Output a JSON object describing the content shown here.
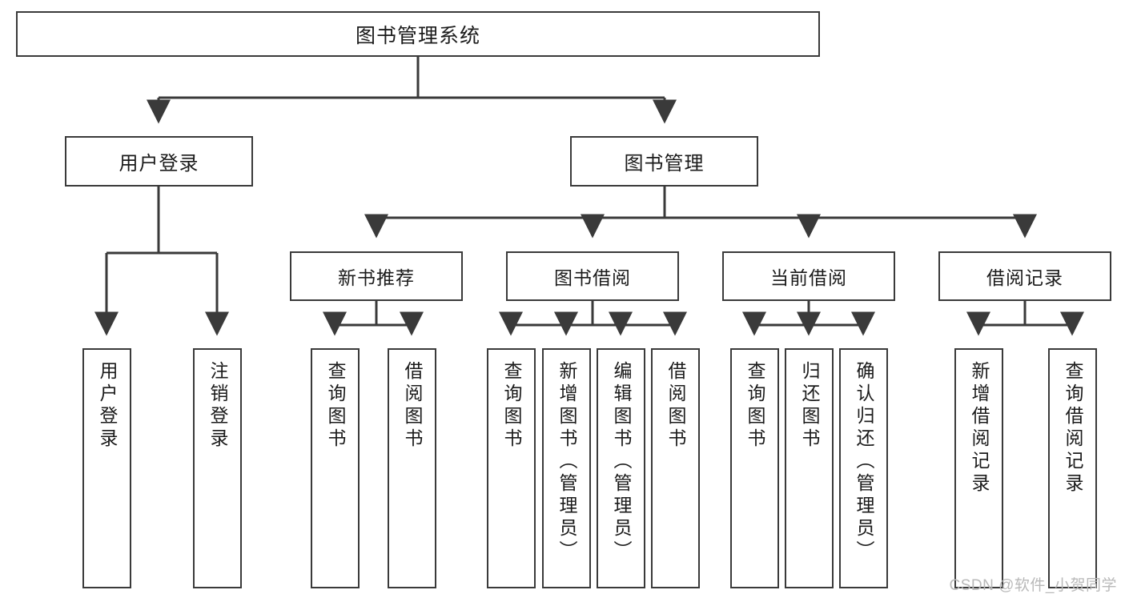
{
  "diagram": {
    "title": "图书管理系统",
    "type": "tree-hierarchy-chart",
    "root": {
      "id": "root",
      "label": "图书管理系统"
    },
    "level2": [
      {
        "id": "user-login",
        "label": "用户登录"
      },
      {
        "id": "book-management",
        "label": "图书管理"
      }
    ],
    "level3": [
      {
        "id": "new-book-recommend",
        "label": "新书推荐",
        "parent": "book-management"
      },
      {
        "id": "book-borrow",
        "label": "图书借阅",
        "parent": "book-management"
      },
      {
        "id": "current-borrow",
        "label": "当前借阅",
        "parent": "book-management"
      },
      {
        "id": "borrow-record",
        "label": "借阅记录",
        "parent": "book-management"
      }
    ],
    "leaves": [
      {
        "id": "leaf-user-login",
        "label": "用户登录",
        "parent": "user-login"
      },
      {
        "id": "leaf-logout-login",
        "label": "注销登录",
        "parent": "user-login"
      },
      {
        "id": "leaf-query-book-1",
        "label": "查询图书",
        "parent": "new-book-recommend"
      },
      {
        "id": "leaf-borrow-book-1",
        "label": "借阅图书",
        "parent": "new-book-recommend"
      },
      {
        "id": "leaf-query-book-2",
        "label": "查询图书",
        "parent": "book-borrow"
      },
      {
        "id": "leaf-add-book",
        "label": "新增图书（管理员）",
        "parent": "book-borrow"
      },
      {
        "id": "leaf-edit-book",
        "label": "编辑图书（管理员）",
        "parent": "book-borrow"
      },
      {
        "id": "leaf-borrow-book-2",
        "label": "借阅图书",
        "parent": "book-borrow"
      },
      {
        "id": "leaf-query-book-3",
        "label": "查询图书",
        "parent": "current-borrow"
      },
      {
        "id": "leaf-return-book",
        "label": "归还图书",
        "parent": "current-borrow"
      },
      {
        "id": "leaf-confirm-return",
        "label": "确认归还（管理员）",
        "parent": "current-borrow"
      },
      {
        "id": "leaf-add-record",
        "label": "新增借阅记录",
        "parent": "borrow-record"
      },
      {
        "id": "leaf-query-record",
        "label": "查询借阅记录",
        "parent": "borrow-record"
      }
    ],
    "colors": {
      "box_border": "#3a3a3a",
      "box_fill": "#ffffff",
      "connector": "#3a3a3a",
      "text": "#1b1b1b",
      "watermark": "#b9b9b9",
      "background": "#ffffff"
    }
  },
  "watermark": {
    "text": "CSDN @软件_小贺同学"
  }
}
